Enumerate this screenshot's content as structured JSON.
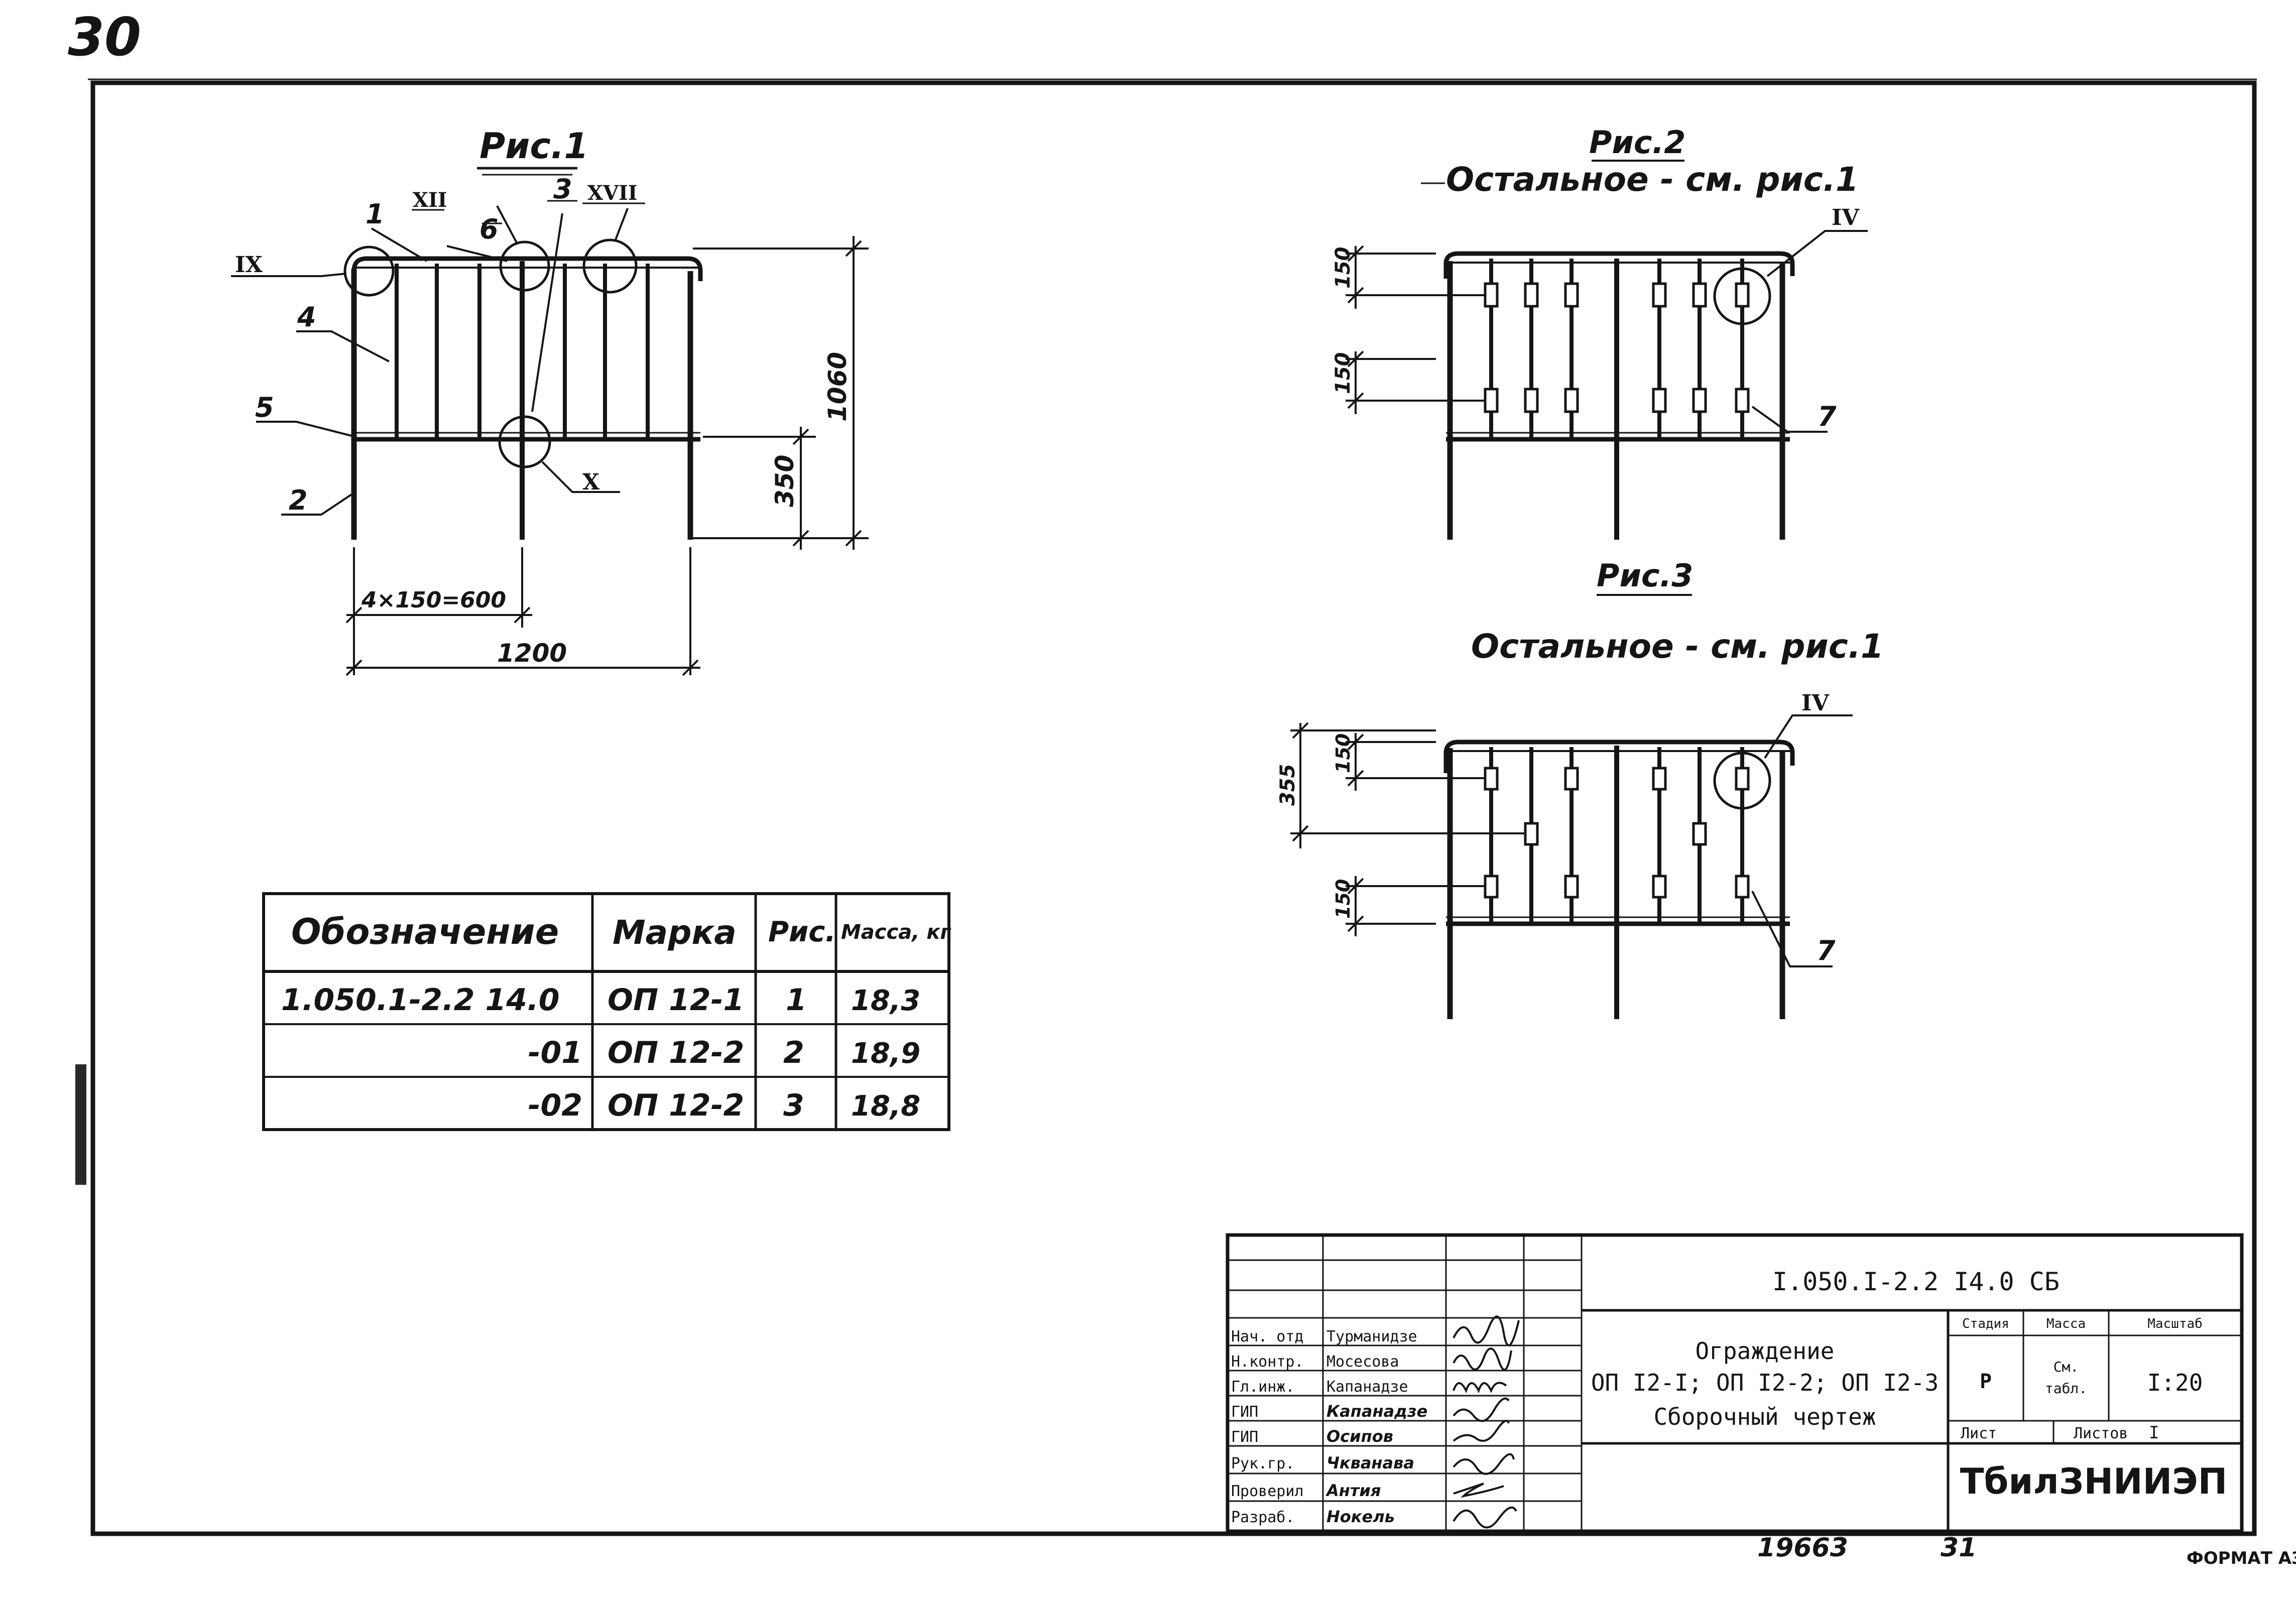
{
  "sheet": {
    "page_number": "30",
    "bottom_code": "19663",
    "bottom_sheet": "31",
    "format": "ФОРМАТ АЗ"
  },
  "figures": {
    "fig1": {
      "title": "Рис.1",
      "labels": [
        "IX",
        "1",
        "6",
        "XII",
        "3",
        "XVII",
        "4",
        "5",
        "2",
        "X"
      ],
      "dims": {
        "height": "1060",
        "lower": "350",
        "spacing": "4×150=600",
        "width": "1200"
      }
    },
    "fig2": {
      "title": "Рис.2",
      "subtitle": "Остальное - см. рис.1",
      "labels": [
        "IV",
        "7"
      ],
      "dims": {
        "top": "150",
        "bottom": "150"
      }
    },
    "fig3": {
      "title": "Рис.3",
      "subtitle": "Остальное - см. рис.1",
      "labels": [
        "IV",
        "7"
      ],
      "dims": {
        "outer": "355",
        "top": "150",
        "bottom": "150"
      }
    }
  },
  "spec_table": {
    "headers": [
      "Обозначение",
      "Марка",
      "Рис.",
      "Масса, кг"
    ],
    "rows": [
      [
        "1.050.1-2.2 14.0",
        "ОП 12-1",
        "1",
        "18,3"
      ],
      [
        "-01",
        "ОП 12-2",
        "2",
        "18,9"
      ],
      [
        "-02",
        "ОП 12-2",
        "3",
        "18,8"
      ]
    ]
  },
  "title_block": {
    "doc_code": "I.050.I-2.2 I4.0 СБ",
    "name_line1": "Ограждение",
    "name_line2": "ОП I2-I; ОП I2-2; ОП I2-3",
    "name_line3": "Сборочный чертеж",
    "stage_header": "Стадия",
    "mass_header": "Масса",
    "scale_header": "Масштаб",
    "stage": "Р",
    "mass_line1": "См.",
    "mass_line2": "табл.",
    "scale": "I:20",
    "sheet_label": "Лист",
    "sheets_label": "Листов",
    "sheets_value": "I",
    "org": "ТбилЗНИИЭП",
    "roles": [
      {
        "role": "Нач. отд",
        "name": "Турманидзе"
      },
      {
        "role": "Н.контр.",
        "name": "Мосесова"
      },
      {
        "role": "Гл.инж.",
        "name": "Капанадзе"
      },
      {
        "role": "ГИП",
        "name": "Капанадзе"
      },
      {
        "role": "ГИП",
        "name": "Осипов"
      },
      {
        "role": "Рук.гр.",
        "name": "Чкванава"
      },
      {
        "role": "Проверил",
        "name": "Антия"
      },
      {
        "role": "Разраб.",
        "name": "Нокель"
      }
    ]
  }
}
